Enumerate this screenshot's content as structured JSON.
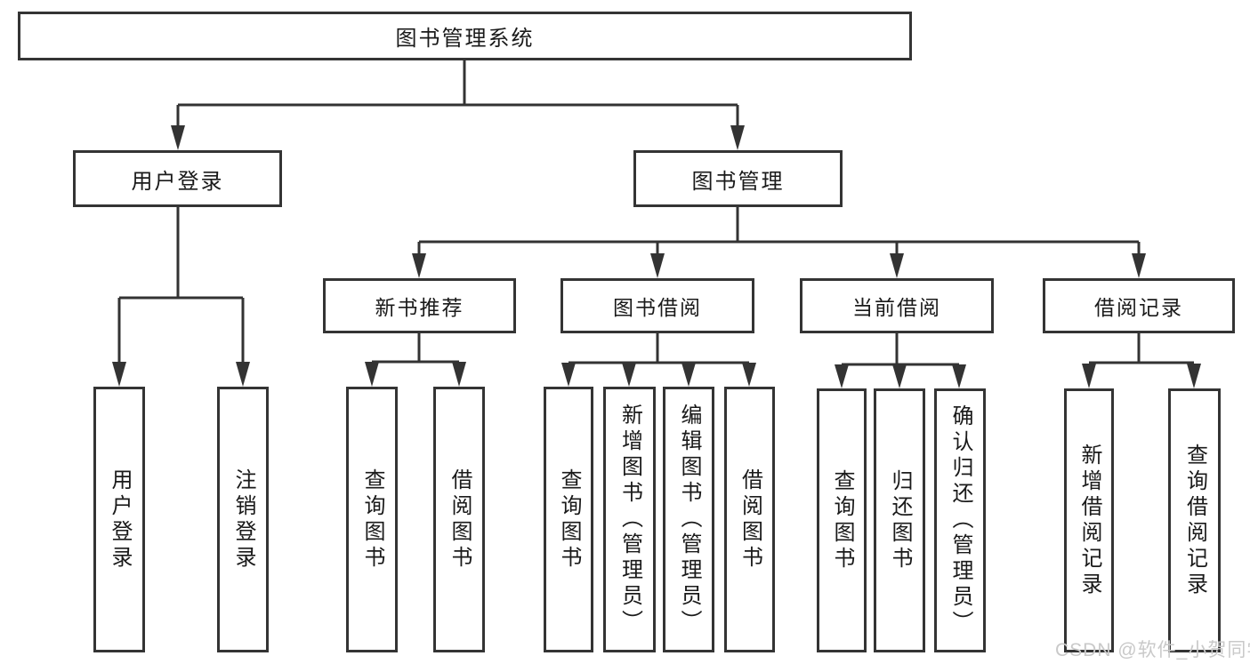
{
  "nodes": {
    "root": "图书管理系统",
    "level2": {
      "user_login": "用户登录",
      "book_management": "图书管理"
    },
    "level3": {
      "new_book_recommend": "新书推荐",
      "book_borrow": "图书借阅",
      "current_borrow": "当前借阅",
      "borrow_records": "借阅记录"
    },
    "leaves": {
      "user_login": [
        "用户登录",
        "注销登录"
      ],
      "new_book_recommend": [
        "查询图书",
        "借阅图书"
      ],
      "book_borrow": [
        "查询图书",
        "新增图书（管理员）",
        "编辑图书（管理员）",
        "借阅图书"
      ],
      "current_borrow": [
        "查询图书",
        "归还图书",
        "确认归还（管理员）"
      ],
      "borrow_records": [
        "新增借阅记录",
        "查询借阅记录"
      ]
    }
  },
  "watermark": "CSDN @软件_小贺同学",
  "colors": {
    "line": "#333333",
    "box_border": "#343434",
    "text": "#1a1a1a",
    "watermark": "#c9c9c9",
    "background": "#ffffff"
  }
}
